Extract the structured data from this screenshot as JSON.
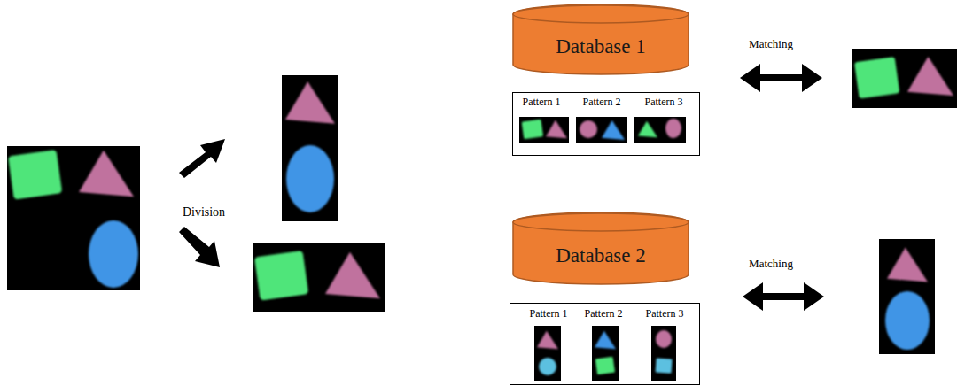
{
  "diagram": {
    "nodes": [
      {
        "text": [
          "Database 1"
        ]
      },
      {
        "text": [
          "Pattern 1",
          "Pattern 2",
          "Pattern 3"
        ]
      },
      {
        "text": [
          "Database 2"
        ]
      },
      {
        "text": [
          "Pattern 1",
          "Pattern 2",
          "Pattern 3"
        ]
      }
    ],
    "labels": [
      "Division",
      "Matching",
      "Matching"
    ]
  }
}
